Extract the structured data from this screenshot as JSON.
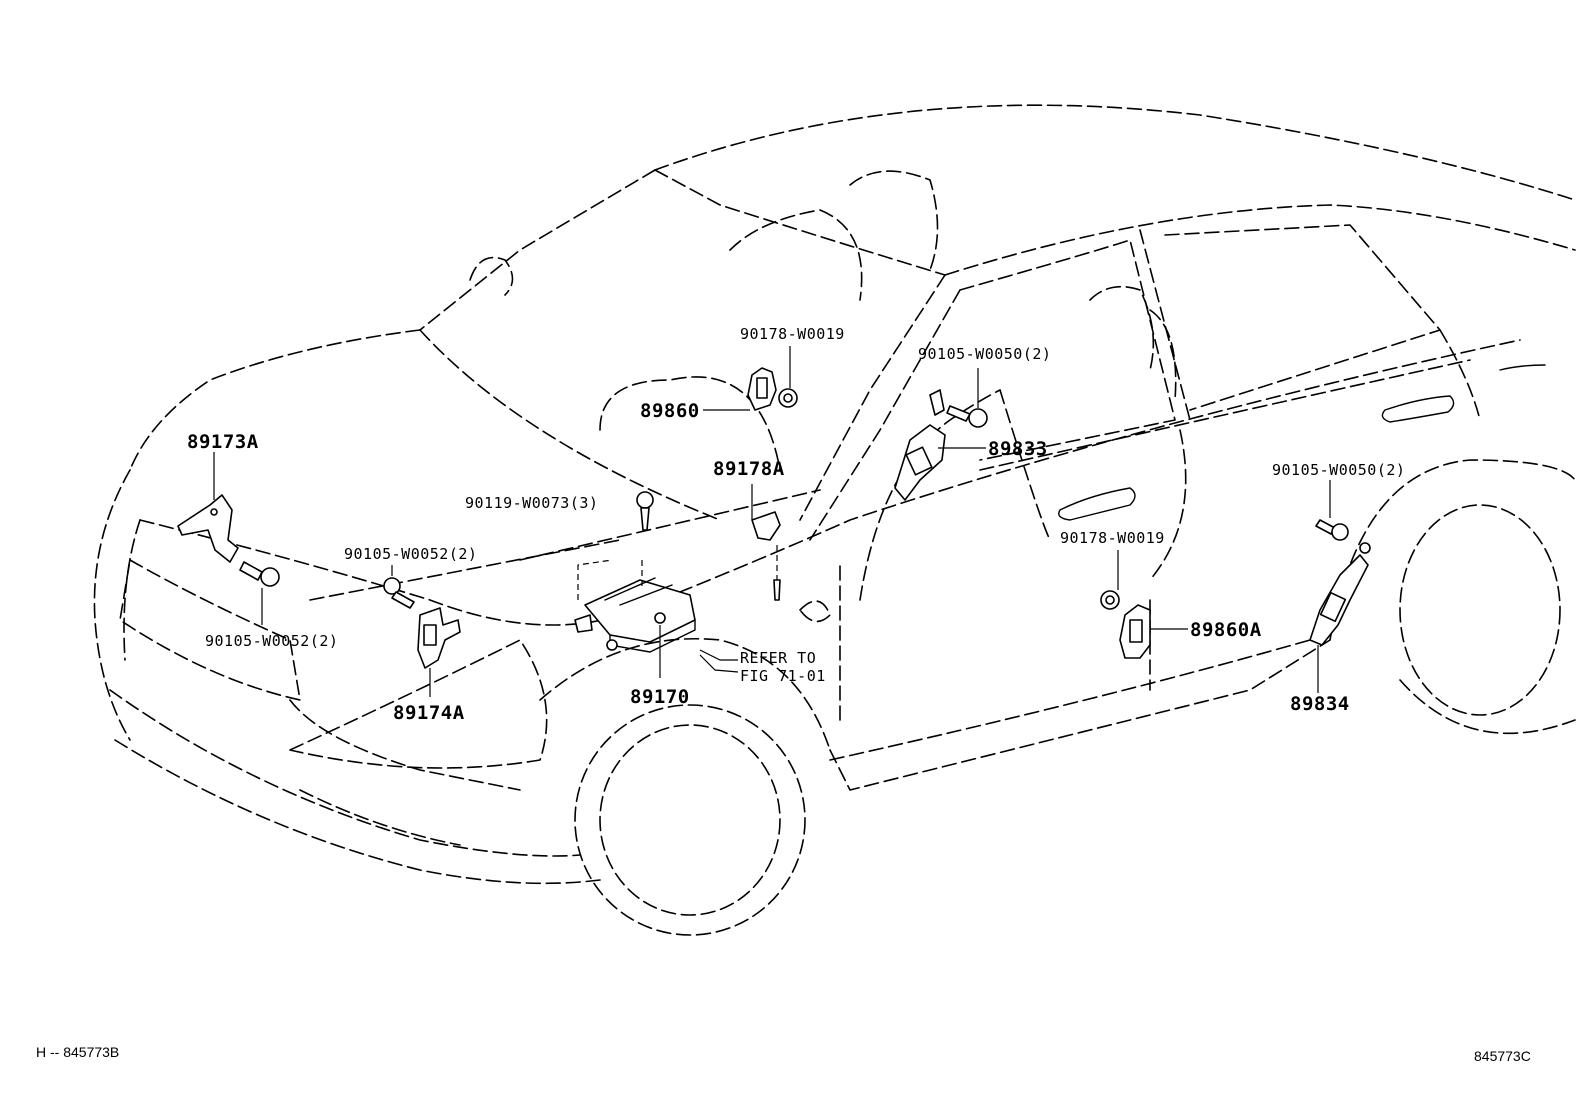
{
  "labels": {
    "p89173A": "89173A",
    "p90105_W0052_a": "90105-W0052(2)",
    "p90105_W0052_b": "90105-W0052(2)",
    "p89174A": "89174A",
    "p90119_W0073": "90119-W0073(3)",
    "p89170": "89170",
    "refer_to_line1": "REFER TO",
    "refer_to_line2": "FIG 71-01",
    "p90178_W0019_a": "90178-W0019",
    "p89860": "89860",
    "p89178A": "89178A",
    "p90105_W0050_a": "90105-W0050(2)",
    "p89833": "89833",
    "p90178_W0019_b": "90178-W0019",
    "p89860A": "89860A",
    "p90105_W0050_b": "90105-W0050(2)",
    "p89834": "89834"
  },
  "footer": {
    "left_code": "H -- 845773B",
    "right_code": "845773C"
  }
}
